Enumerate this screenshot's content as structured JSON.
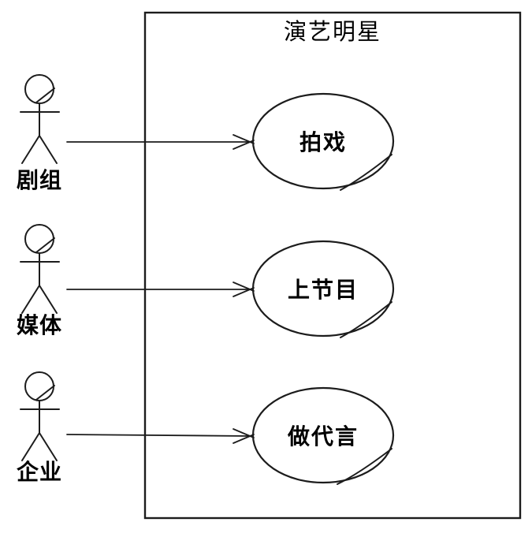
{
  "diagram": {
    "type": "uml-use-case-diagram",
    "system_boundary": {
      "title": "演艺明星"
    },
    "actors": [
      {
        "label": "剧组"
      },
      {
        "label": "媒体"
      },
      {
        "label": "企业"
      }
    ],
    "use_cases": [
      {
        "label": "拍戏"
      },
      {
        "label": "上节目"
      },
      {
        "label": "做代言"
      }
    ],
    "associations": [
      {
        "from": "剧组",
        "to": "拍戏",
        "arrow": "open-arrowhead"
      },
      {
        "from": "媒体",
        "to": "上节目",
        "arrow": "open-arrowhead"
      },
      {
        "from": "企业",
        "to": "做代言",
        "arrow": "open-arrowhead"
      }
    ],
    "colors": {
      "stroke": "#1c1c1c",
      "text": "#000000",
      "background": "#ffffff"
    }
  }
}
